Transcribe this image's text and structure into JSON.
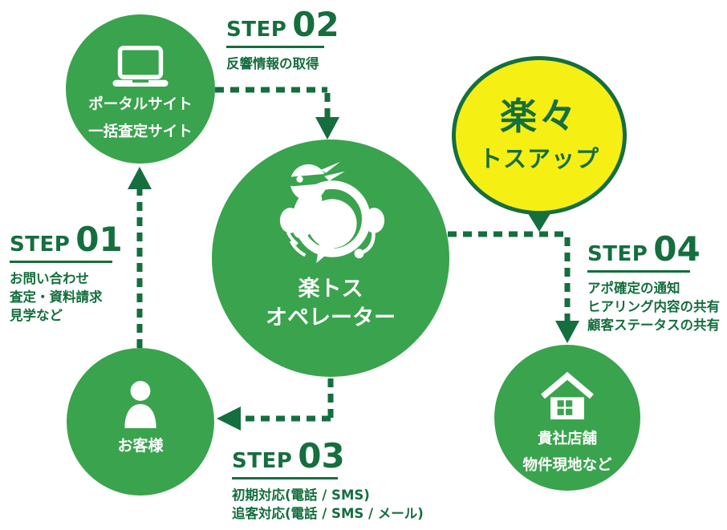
{
  "colors": {
    "green": "#3aa34d",
    "dark_green": "#156e3e",
    "yellow": "#f5ef13",
    "white": "#ffffff"
  },
  "steps": [
    {
      "word": "STEP",
      "number": "01",
      "lines": [
        "お問い合わせ",
        "査定・資料請求",
        "見学など"
      ]
    },
    {
      "word": "STEP",
      "number": "02",
      "lines": [
        "反響情報の取得"
      ]
    },
    {
      "word": "STEP",
      "number": "03",
      "lines": [
        "初期対応(電話 / SMS)",
        "追客対応(電話 / SMS / メール)"
      ]
    },
    {
      "word": "STEP",
      "number": "04",
      "lines": [
        "アポ確定の通知",
        "ヒアリング内容の共有",
        "顧客ステータスの共有"
      ]
    }
  ],
  "nodes": {
    "portal": {
      "line1": "ポータルサイト",
      "line2": "一括査定サイト",
      "icon": "laptop-icon"
    },
    "operator": {
      "line1": "楽トス",
      "line2": "オペレーター",
      "icon": "operator-mascot-icon"
    },
    "customer": {
      "label": "お客様",
      "icon": "person-icon"
    },
    "office": {
      "line1": "貴社店舗",
      "line2": "物件現地など",
      "icon": "house-icon"
    }
  },
  "bubble": {
    "line1": "楽々",
    "line2": "トスアップ"
  }
}
